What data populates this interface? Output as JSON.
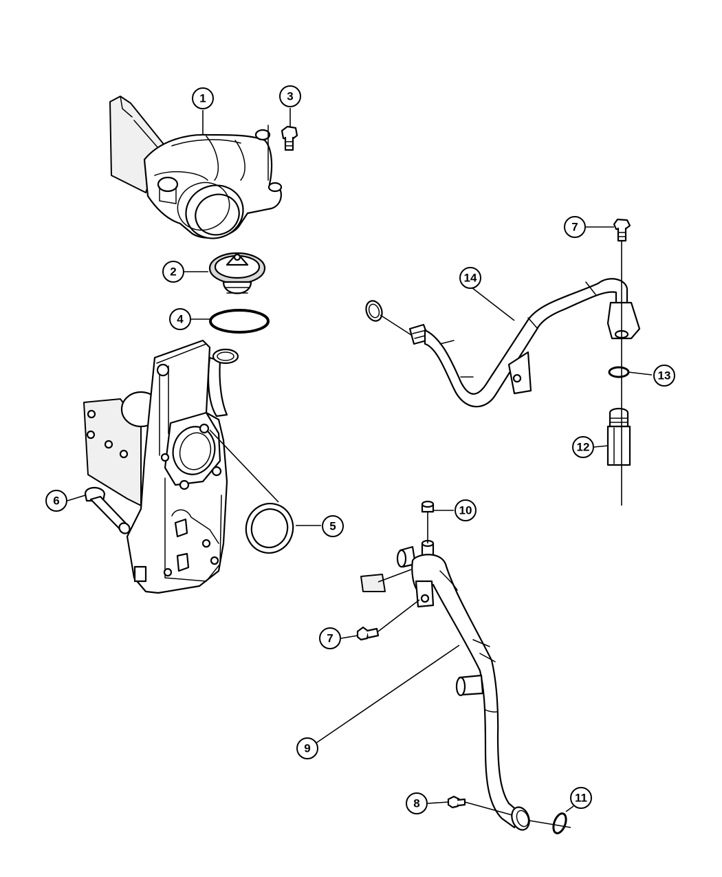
{
  "callouts": [
    {
      "id": "c1",
      "label": "1"
    },
    {
      "id": "c2",
      "label": "2"
    },
    {
      "id": "c3",
      "label": "3"
    },
    {
      "id": "c4",
      "label": "4"
    },
    {
      "id": "c5",
      "label": "5"
    },
    {
      "id": "c6",
      "label": "6"
    },
    {
      "id": "c7a",
      "label": "7"
    },
    {
      "id": "c7b",
      "label": "7"
    },
    {
      "id": "c8",
      "label": "8"
    },
    {
      "id": "c9",
      "label": "9"
    },
    {
      "id": "c10",
      "label": "10"
    },
    {
      "id": "c11",
      "label": "11"
    },
    {
      "id": "c12",
      "label": "12"
    },
    {
      "id": "c13",
      "label": "13"
    },
    {
      "id": "c14",
      "label": "14"
    }
  ]
}
